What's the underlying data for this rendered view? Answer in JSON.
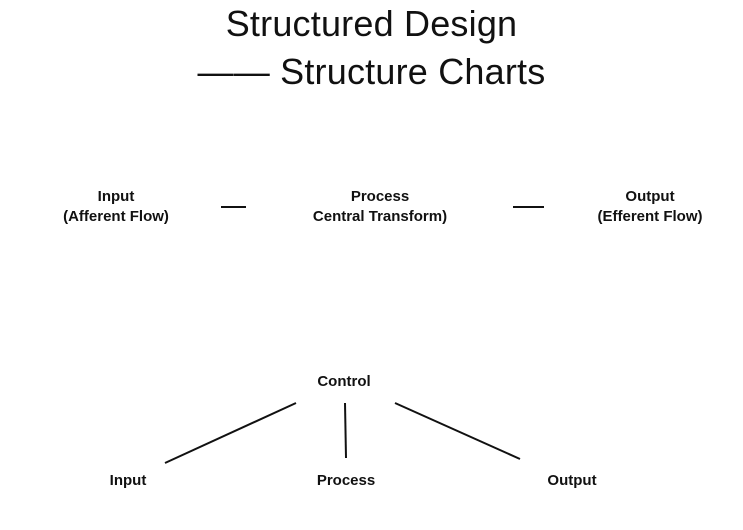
{
  "title": {
    "line1": "Structured Design",
    "line2": "—— Structure Charts"
  },
  "flow": {
    "input": {
      "line1": "Input",
      "line2": "(Afferent Flow)"
    },
    "process": {
      "line1": "Process",
      "line2": "Central Transform)"
    },
    "output": {
      "line1": "Output",
      "line2": "(Efferent Flow)"
    },
    "separator": "—"
  },
  "structure_chart": {
    "root": "Control",
    "children": [
      "Input",
      "Process",
      "Output"
    ]
  }
}
